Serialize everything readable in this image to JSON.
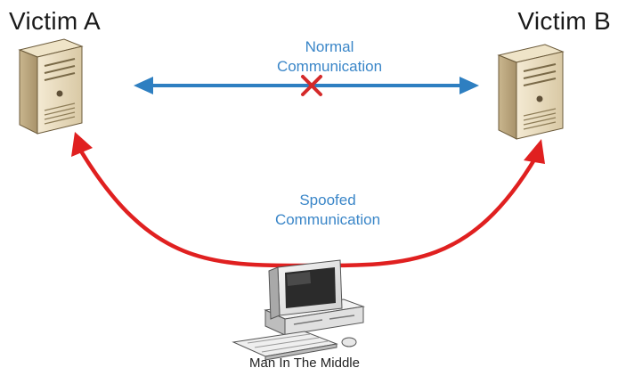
{
  "nodes": {
    "victim_a": {
      "label": "Victim A",
      "icon": "server-tower-icon"
    },
    "victim_b": {
      "label": "Victim B",
      "icon": "server-tower-icon"
    },
    "attacker": {
      "label": "Man In The Middle",
      "icon": "desktop-computer-icon"
    }
  },
  "links": {
    "normal": {
      "line1": "Normal",
      "line2": "Communication",
      "color": "#2e7fc1",
      "status": "blocked",
      "marker": "red-x-icon"
    },
    "spoofed": {
      "line1": "Spoofed",
      "line2": "Communication",
      "color": "#e02020"
    }
  },
  "colors": {
    "label_blue": "#3a86c8",
    "arrow_blue": "#2e7fc1",
    "arrow_red": "#e02020",
    "x_red": "#d42a2a"
  }
}
